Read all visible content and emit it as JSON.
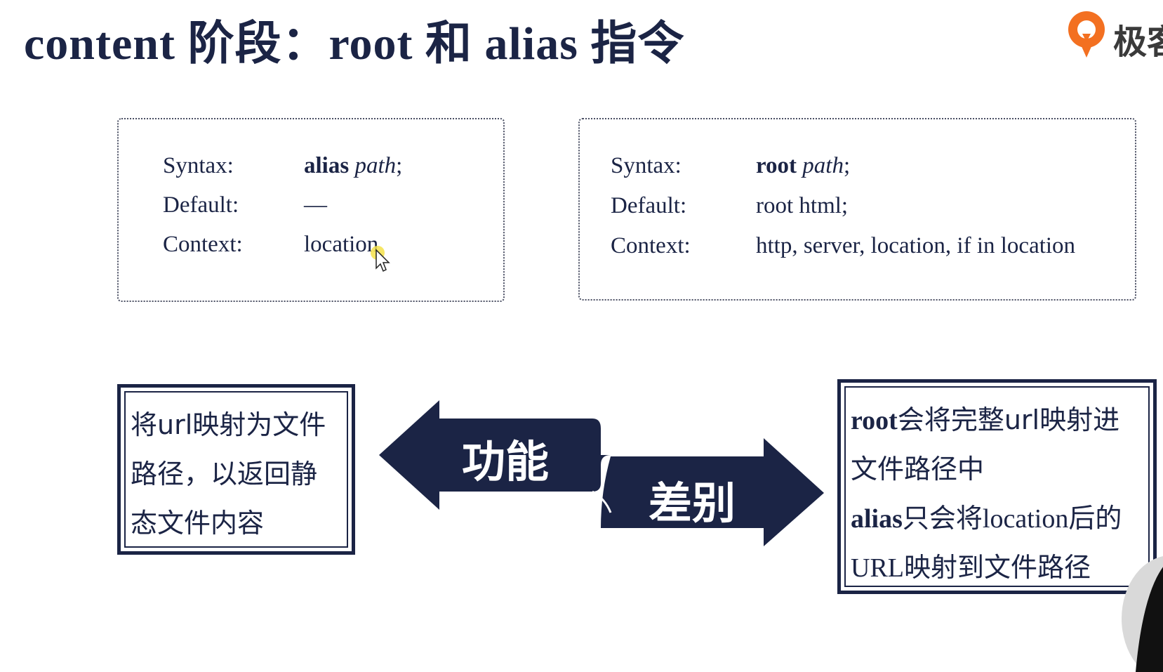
{
  "slide": {
    "title": "content 阶段：root 和 alias 指令"
  },
  "logo": {
    "text": "极客",
    "icon": "geekbang-logo-icon",
    "color": "#f37021"
  },
  "alias_directive": {
    "syntax_label": "Syntax:",
    "syntax_keyword": "alias",
    "syntax_param": "path",
    "syntax_end": ";",
    "default_label": "Default:",
    "default_value": "—",
    "context_label": "Context:",
    "context_value": "location"
  },
  "root_directive": {
    "syntax_label": "Syntax:",
    "syntax_keyword": "root",
    "syntax_param": "path",
    "syntax_end": ";",
    "default_label": "Default:",
    "default_value": "root html;",
    "context_label": "Context:",
    "context_value": "http, server, location, if in location"
  },
  "function_box": {
    "lines": [
      "将url映射为文件",
      "路径，以返回静",
      "态文件内容"
    ]
  },
  "difference_box": {
    "line1_keyword": "root",
    "line1_rest": "会将完整url映射进",
    "line2": "文件路径中",
    "line3_keyword": "alias",
    "line3_rest_a": "只会将",
    "line3_mid": "location",
    "line3_rest_b": "后的",
    "line4_a": "URL",
    "line4_b": "映射到文件路径"
  },
  "arrows": {
    "left_label": "功能",
    "right_label": "差别",
    "fill_color": "#1b2445"
  },
  "colors": {
    "navy": "#1b2445",
    "cursor_highlight": "#f5e24a"
  }
}
